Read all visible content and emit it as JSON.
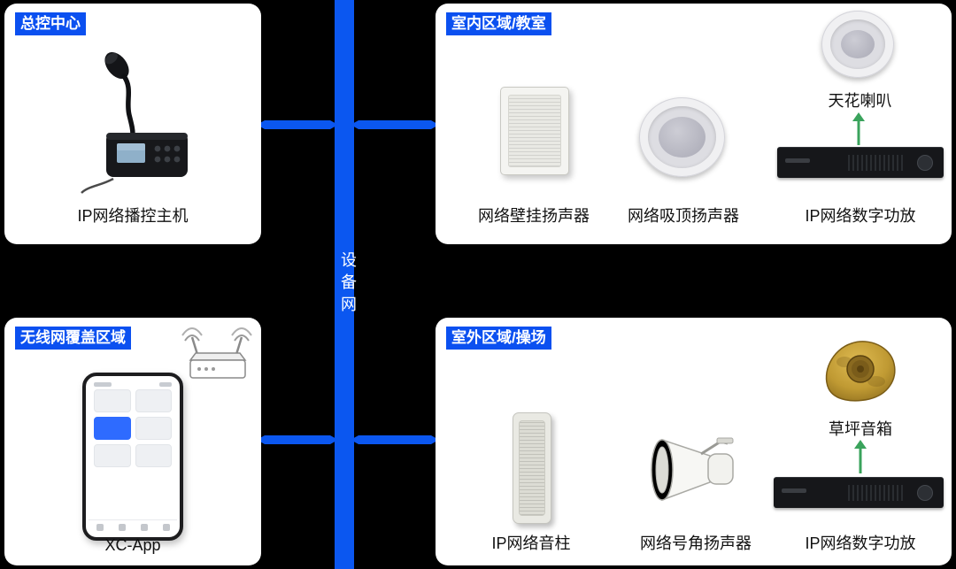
{
  "colors": {
    "accent": "#0b57f0",
    "arrow_green": "#3aa35c",
    "background": "#000000"
  },
  "backbone": {
    "label": "设备网"
  },
  "panels": {
    "control": {
      "title": "总控中心",
      "mic_caption": "IP网络播控主机"
    },
    "indoor": {
      "title": "室内区域/教室",
      "wall_speaker_caption": "网络壁挂扬声器",
      "ceiling_speaker_caption": "网络吸顶扬声器",
      "ceiling_horn_caption": "天花喇叭",
      "amp_caption": "IP网络数字功放"
    },
    "wireless": {
      "title": "无线网覆盖区域",
      "app_caption": "XC-App"
    },
    "outdoor": {
      "title": "室外区域/操场",
      "column_caption": "IP网络音柱",
      "horn_caption": "网络号角扬声器",
      "lawn_caption": "草坪音箱",
      "amp_caption": "IP网络数字功放"
    }
  }
}
